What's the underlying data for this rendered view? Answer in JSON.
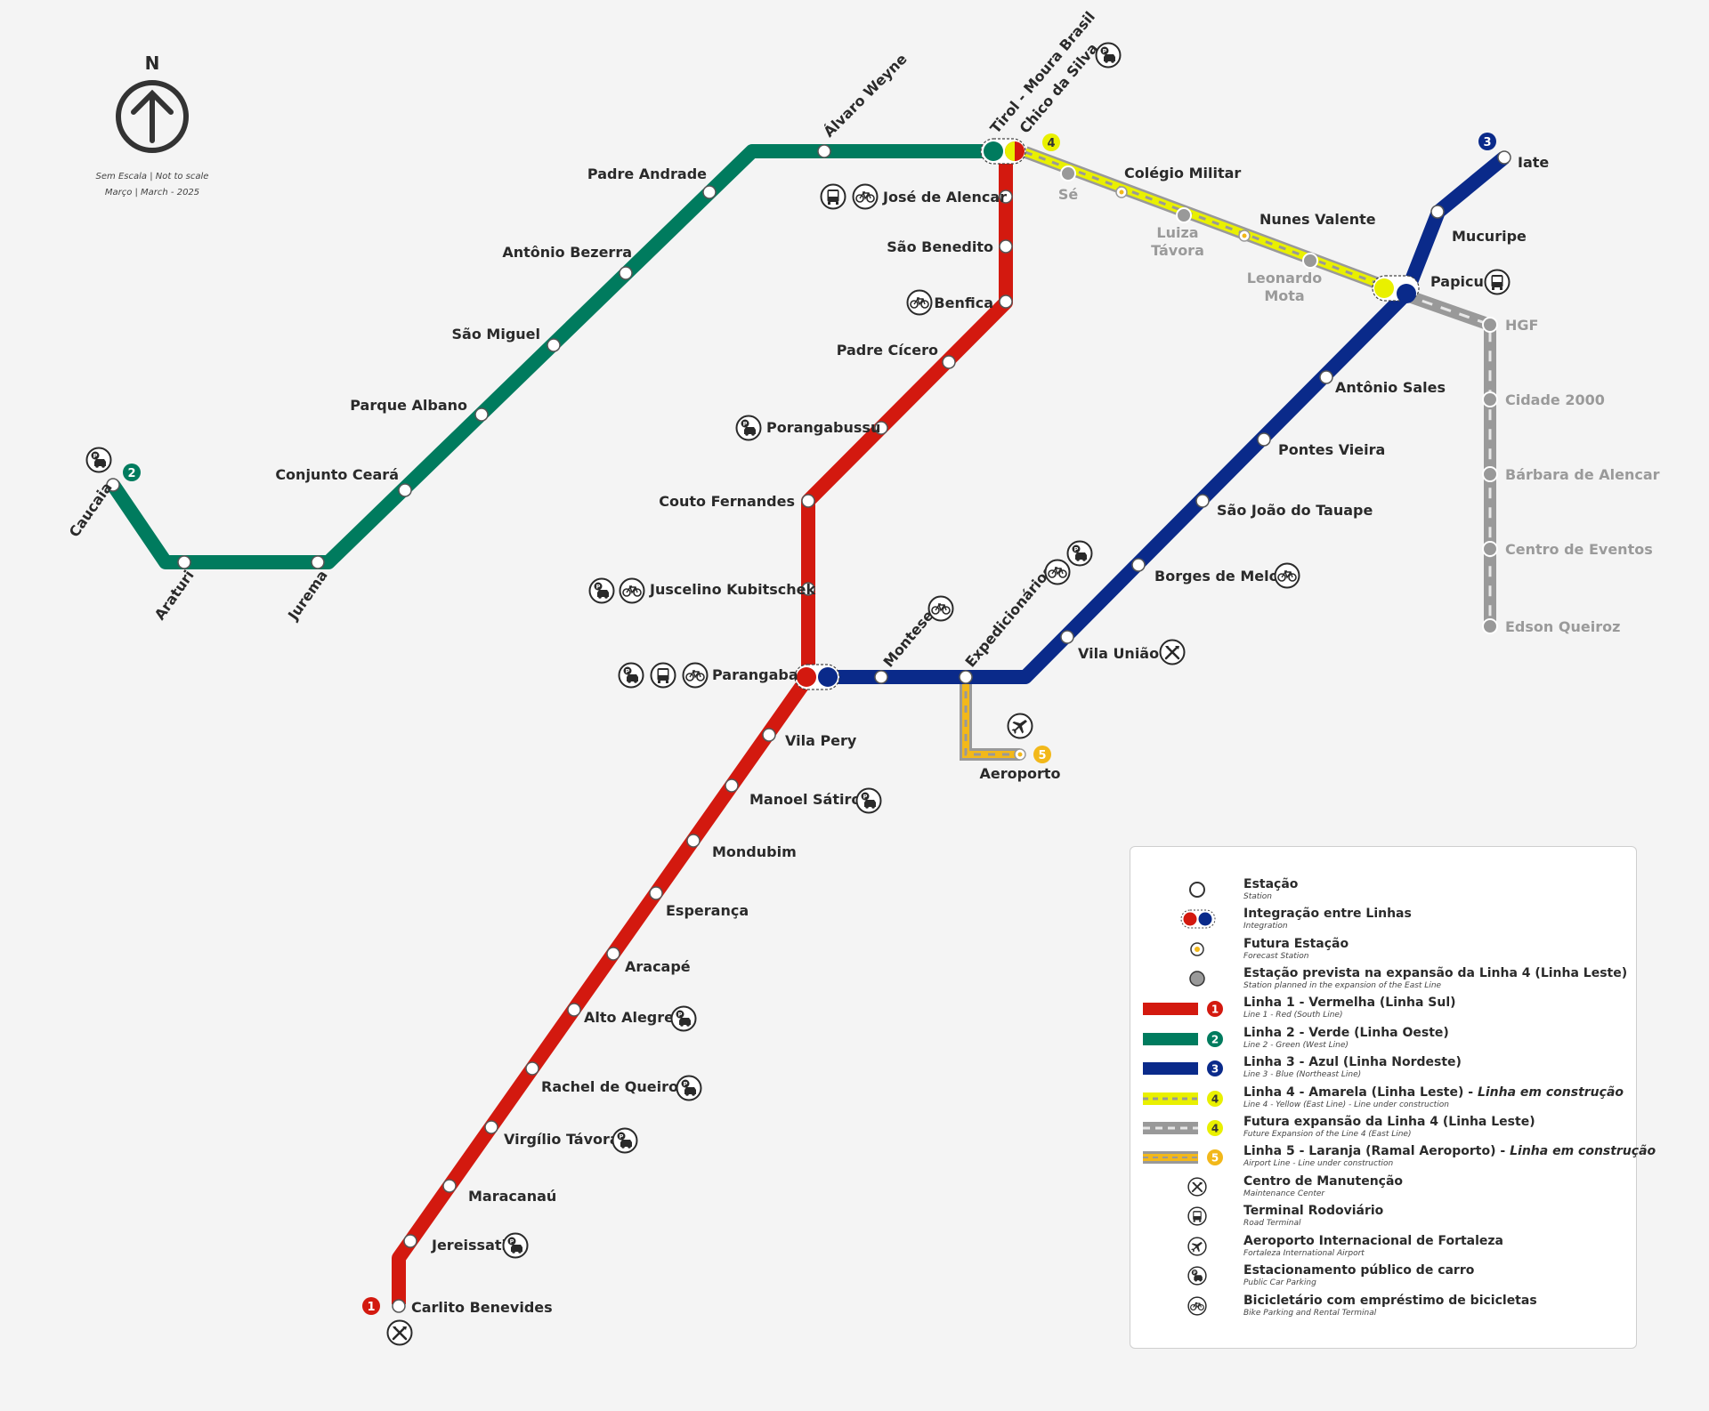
{
  "compass": {
    "letter": "N",
    "scale_note": "Sem Escala | Not to scale",
    "date_note": "Março | March - 2025"
  },
  "colors": {
    "red": "#d3190f",
    "green": "#007b5e",
    "blue": "#0a2a8a",
    "yellow": "#e9f000",
    "grey": "#999999",
    "orange": "#f2b81a"
  },
  "lines": {
    "l1": {
      "number": "1"
    },
    "l2": {
      "number": "2"
    },
    "l3": {
      "number": "3"
    },
    "l4": {
      "number": "4"
    },
    "l5": {
      "number": "5"
    }
  },
  "stations": {
    "caucaia": "Caucaia",
    "araturi": "Araturi",
    "jurema": "Jurema",
    "conjunto_ceara": "Conjunto Ceará",
    "parque_albano": "Parque Albano",
    "sao_miguel": "São Miguel",
    "antonio_bezerra": "Antônio Bezerra",
    "padre_andrade": "Padre Andrade",
    "alvaro_weyne": "Álvaro Weyne",
    "tirol": "Tirol - Moura Brasil",
    "chico_da_silva": "Chico da Silva",
    "jose_de_alencar": "José de Alencar",
    "sao_benedito": "São Benedito",
    "benfica": "Benfica",
    "padre_cicero": "Padre Cícero",
    "porangabussu": "Porangabussu",
    "couto_fernandes": "Couto Fernandes",
    "juscelino": "Juscelino Kubitschek",
    "parangaba": "Parangaba",
    "vila_pery": "Vila Pery",
    "manoel_satiro": "Manoel Sátiro",
    "mondubim": "Mondubim",
    "esperanca": "Esperança",
    "aracape": "Aracapé",
    "alto_alegre": "Alto Alegre",
    "rachel": "Rachel de Queiroz",
    "virgilio": "Virgílio Távora",
    "maracanau": "Maracanaú",
    "jereissati": "Jereissati",
    "carlito": "Carlito Benevides",
    "montese": "Montese",
    "expedicionarios": "Expedicionários",
    "vila_uniao": "Vila União",
    "borges": "Borges de Melo",
    "sao_joao": "São João do Tauape",
    "pontes_vieira": "Pontes Vieira",
    "antonio_sales": "Antônio Sales",
    "papicu": "Papicu",
    "mucuripe": "Mucuripe",
    "iate": "Iate",
    "se": "Sé",
    "colegio_militar": "Colégio Militar",
    "luiza_tavora_1": "Luiza",
    "luiza_tavora_2": "Távora",
    "nunes_valente": "Nunes Valente",
    "leonardo_mota_1": "Leonardo",
    "leonardo_mota_2": "Mota",
    "hgf": "HGF",
    "cidade_2000": "Cidade 2000",
    "barbara": "Bárbara de Alencar",
    "centro_eventos": "Centro de Eventos",
    "edson_queiroz": "Edson Queiroz",
    "aeroporto": "Aeroporto"
  },
  "legend": [
    {
      "title": "Estação",
      "sub": "Station"
    },
    {
      "title": "Integração entre Linhas",
      "sub": "Integration"
    },
    {
      "title": "Futura Estação",
      "sub": "Forecast Station"
    },
    {
      "title": "Estação prevista na expansão da Linha 4 (Linha Leste)",
      "sub": "Station planned in the expansion of the East Line"
    },
    {
      "title": "Linha 1 - Vermelha (Linha Sul)",
      "sub": "Line 1 - Red (South Line)",
      "num": "1"
    },
    {
      "title": "Linha 2 - Verde (Linha Oeste)",
      "sub": "Line 2 - Green (West Line)",
      "num": "2"
    },
    {
      "title": "Linha 3 - Azul (Linha Nordeste)",
      "sub": "Line 3 - Blue (Northeast Line)",
      "num": "3"
    },
    {
      "title": "Linha 4 - Amarela (Linha Leste) - ",
      "title_ital": "Linha em construção",
      "sub": "Line 4 - Yellow (East Line) - Line under construction",
      "num": "4"
    },
    {
      "title": "Futura expansão da Linha 4 (Linha Leste)",
      "sub": "Future Expansion of the Line 4 (East Line)",
      "num": "4"
    },
    {
      "title": "Linha 5 - Laranja (Ramal Aeroporto) - ",
      "title_ital": "Linha em construção",
      "sub": "Airport Line - Line under construction",
      "num": "5"
    },
    {
      "title": "Centro de Manutenção",
      "sub": "Maintenance Center"
    },
    {
      "title": "Terminal Rodoviário",
      "sub": "Road Terminal"
    },
    {
      "title": "Aeroporto Internacional de Fortaleza",
      "sub": "Fortaleza International Airport"
    },
    {
      "title": "Estacionamento público de carro",
      "sub": "Public Car Parking"
    },
    {
      "title": "Bicicletário com empréstimo de bicicletas",
      "sub": "Bike Parking and Rental Terminal"
    }
  ]
}
